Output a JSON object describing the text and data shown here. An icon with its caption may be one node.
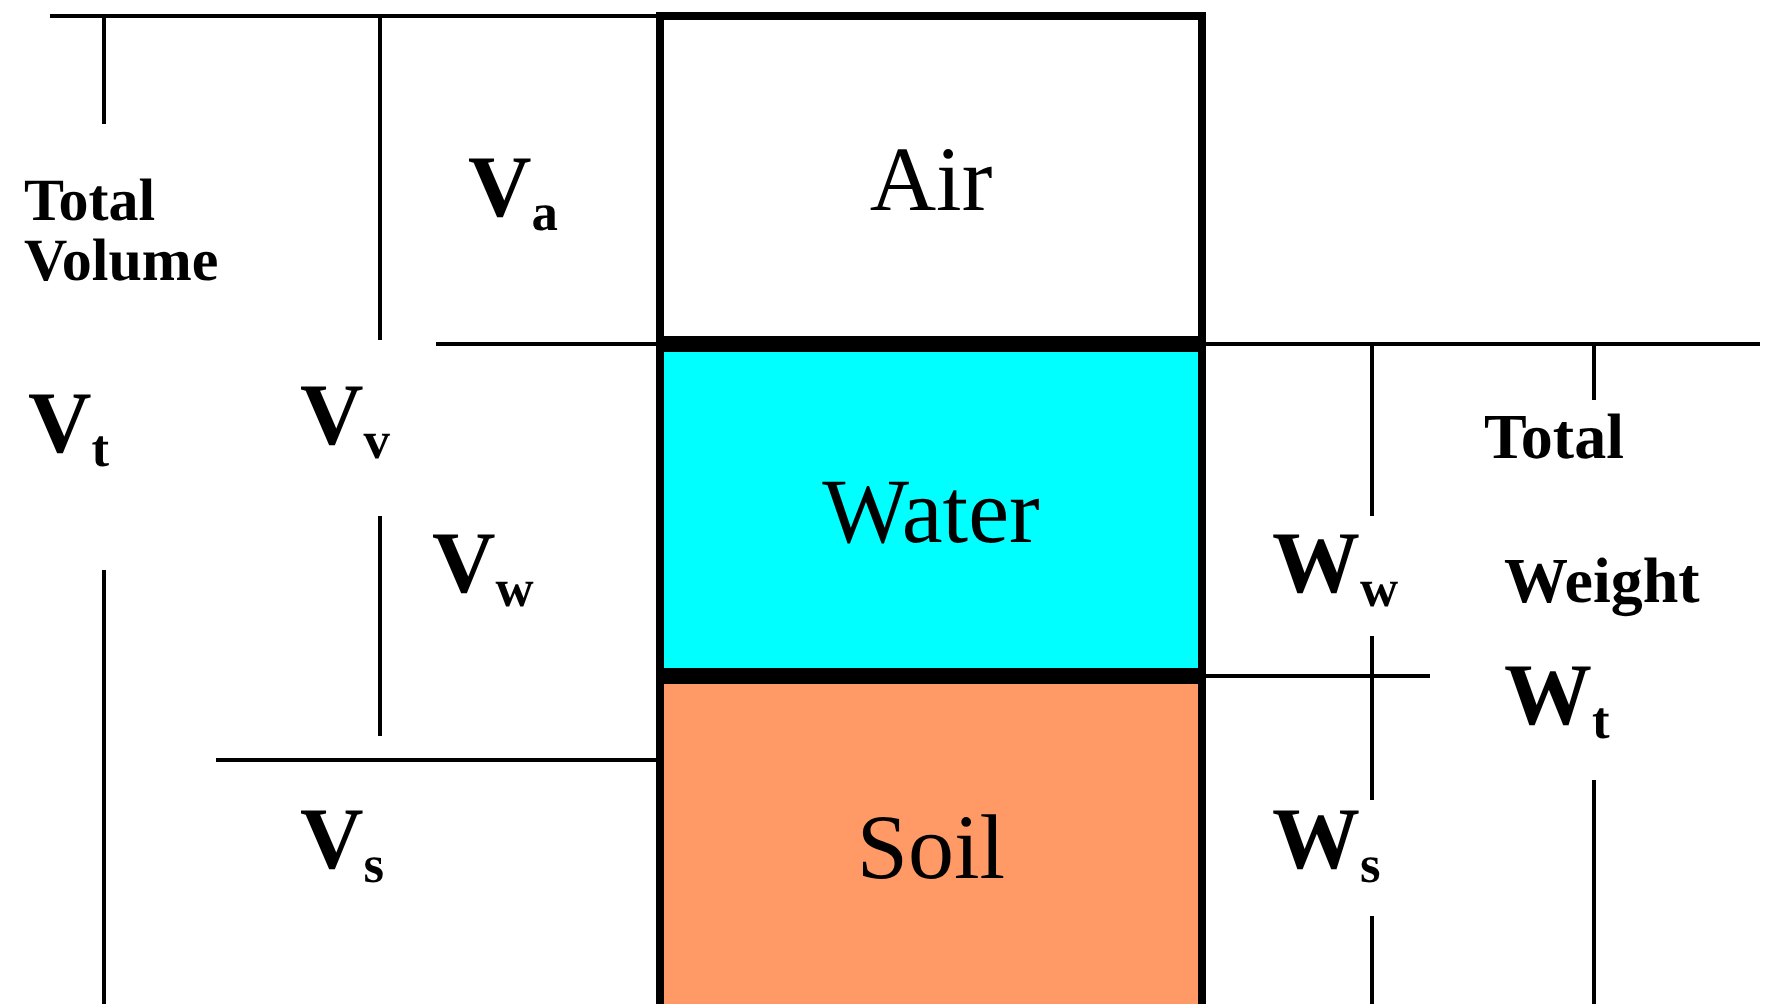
{
  "diagram": {
    "nodes": [
      {
        "text": [
          "Air"
        ]
      },
      {
        "text": [
          "Water"
        ]
      },
      {
        "text": [
          "Soil"
        ]
      }
    ],
    "edges": [],
    "labels": [
      "Total Volume",
      "V$_{t}$",
      "V$_{a}$",
      "V$_{v}$",
      "V$_{w}$",
      "V$_{s}$",
      "W$_{w}$",
      "Total",
      "Weight",
      "W$_{t}$",
      "W$_{s}$"
    ]
  }
}
